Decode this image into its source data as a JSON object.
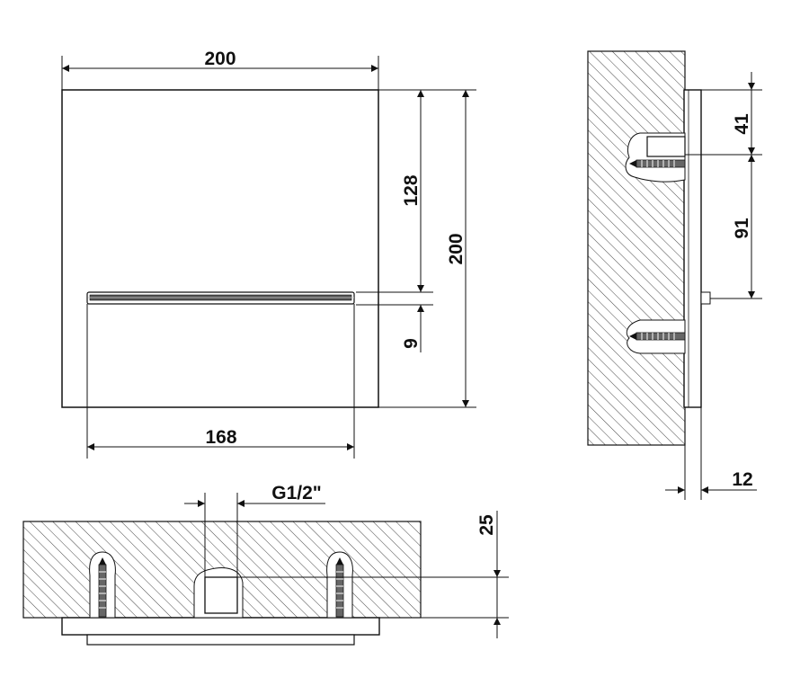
{
  "front_view": {
    "width_label": "200",
    "height_label": "200",
    "slot_offset_label": "128",
    "slot_height_label": "9",
    "slot_width_label": "168"
  },
  "side_view": {
    "top_offset_label": "41",
    "spacing_label": "91",
    "depth_label": "12"
  },
  "bottom_view": {
    "connection_label": "G1/2\"",
    "depth_label": "25"
  },
  "colors": {
    "line": "#111111",
    "hatch": "#333333",
    "background": "#ffffff"
  }
}
